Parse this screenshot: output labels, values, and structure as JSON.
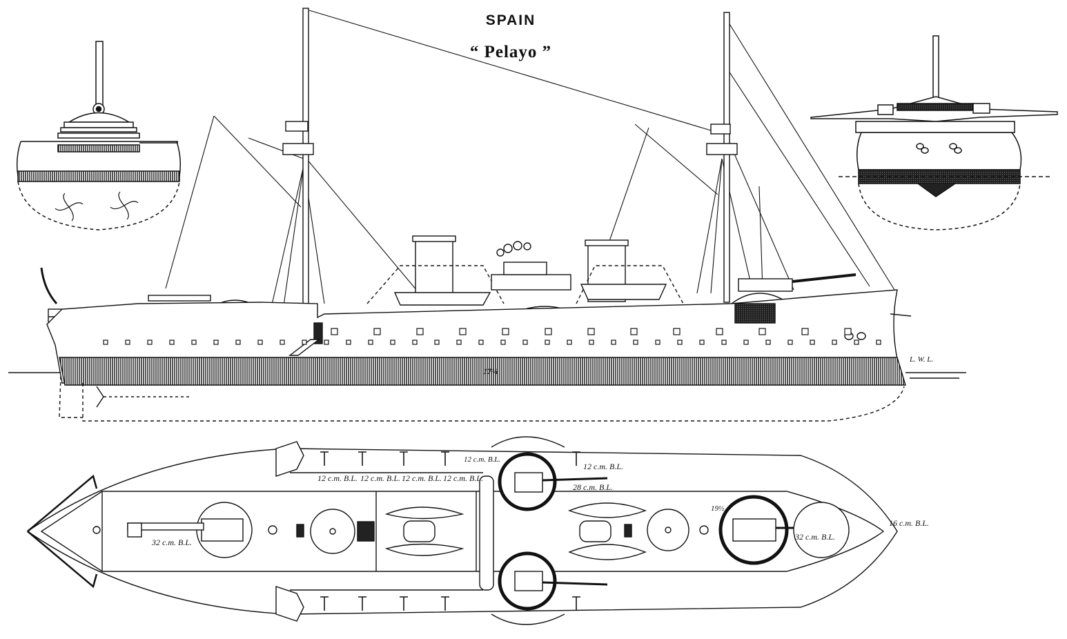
{
  "header": {
    "country": "SPAIN",
    "ship_name": "“ Pelayo ”"
  },
  "labels": {
    "waterline": "L. W. L.",
    "belt_mark": "17¾",
    "gun_12_a": "12 c.m. B.L.",
    "gun_12_b": "12 c.m. B.L.",
    "gun_12_c": "12 c.m. B.L.",
    "gun_12_d": "12 c.m. B.L.",
    "gun_12_e": "12 c.m. B.L.",
    "gun_12_f": "12 c.m. B.L.",
    "gun_28": "28 c.m. B.L.",
    "gun_32_aft": "32 c.m. B.L.",
    "gun_32_fwd": "32 c.m. B.L.",
    "gun_16": "16 c.m. B.L.",
    "armor_mark": "19½"
  }
}
